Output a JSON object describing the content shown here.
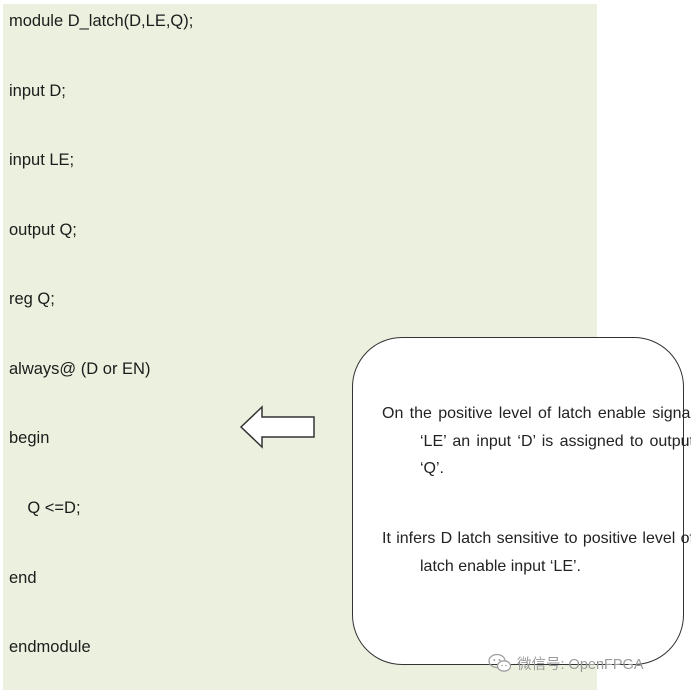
{
  "code_lines": [
    "module D_latch(D,LE,Q);",
    "input D;",
    "input LE;",
    "output Q;",
    "reg Q;",
    "always@ (D or EN)",
    "begin",
    "    Q <=D;",
    "end",
    "endmodule"
  ],
  "callout": {
    "paragraph_1": "On the positive level of latch enable signal ‘LE’ an input ‘D’ is assigned to output ‘Q’.",
    "paragraph_2": "It infers D latch sensitive to positive level of latch enable input ‘LE’."
  },
  "watermark": {
    "icon": "wechat-icon",
    "text": "微信号: OpenFPGA"
  },
  "colors": {
    "code_background": "#ebf1de",
    "arrow_fill": "#ffffff",
    "border": "#333333"
  }
}
